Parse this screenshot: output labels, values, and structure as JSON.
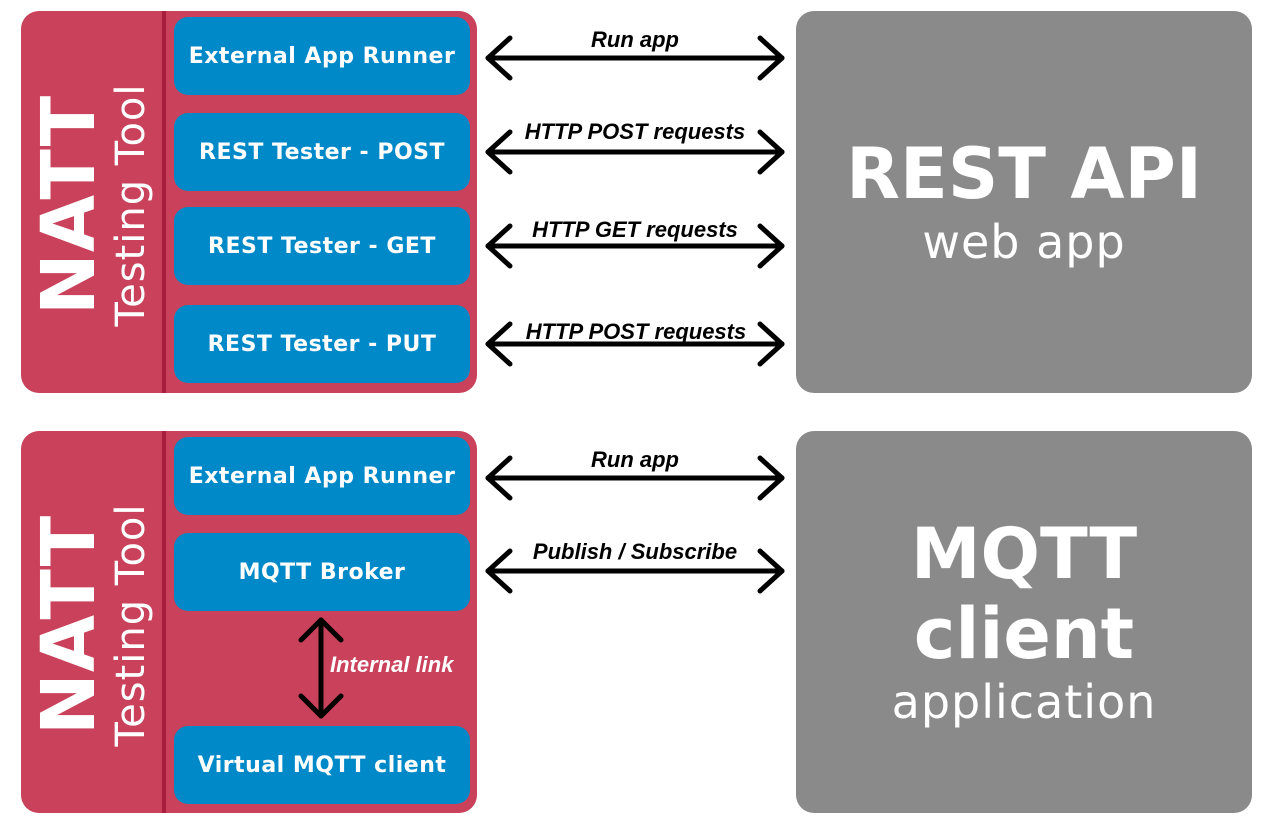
{
  "rest_section": {
    "tool": {
      "name": "NATT",
      "subtitle": "Testing Tool"
    },
    "modules": [
      {
        "label": "External App Runner"
      },
      {
        "label": "REST Tester - POST"
      },
      {
        "label": "REST Tester - GET"
      },
      {
        "label": "REST Tester - PUT"
      }
    ],
    "connections": [
      {
        "label": "Run app"
      },
      {
        "label": "HTTP POST requests"
      },
      {
        "label": "HTTP GET requests"
      },
      {
        "label": "HTTP POST requests"
      }
    ],
    "target": {
      "title": "REST API",
      "subtitle": "web app"
    }
  },
  "mqtt_section": {
    "tool": {
      "name": "NATT",
      "subtitle": "Testing Tool"
    },
    "modules": [
      {
        "label": "External App Runner"
      },
      {
        "label": "MQTT Broker"
      },
      {
        "label": "Virtual MQTT client"
      }
    ],
    "connections": [
      {
        "label": "Run app"
      },
      {
        "label": "Publish / Subscribe"
      }
    ],
    "internal_link": {
      "label": "Internal link"
    },
    "target": {
      "title": "MQTT client",
      "subtitle": "application"
    }
  },
  "colors": {
    "tool_panel": "#c9415a",
    "module": "#0089c9",
    "target": "#8a8a8a",
    "arrow": "#000000"
  }
}
